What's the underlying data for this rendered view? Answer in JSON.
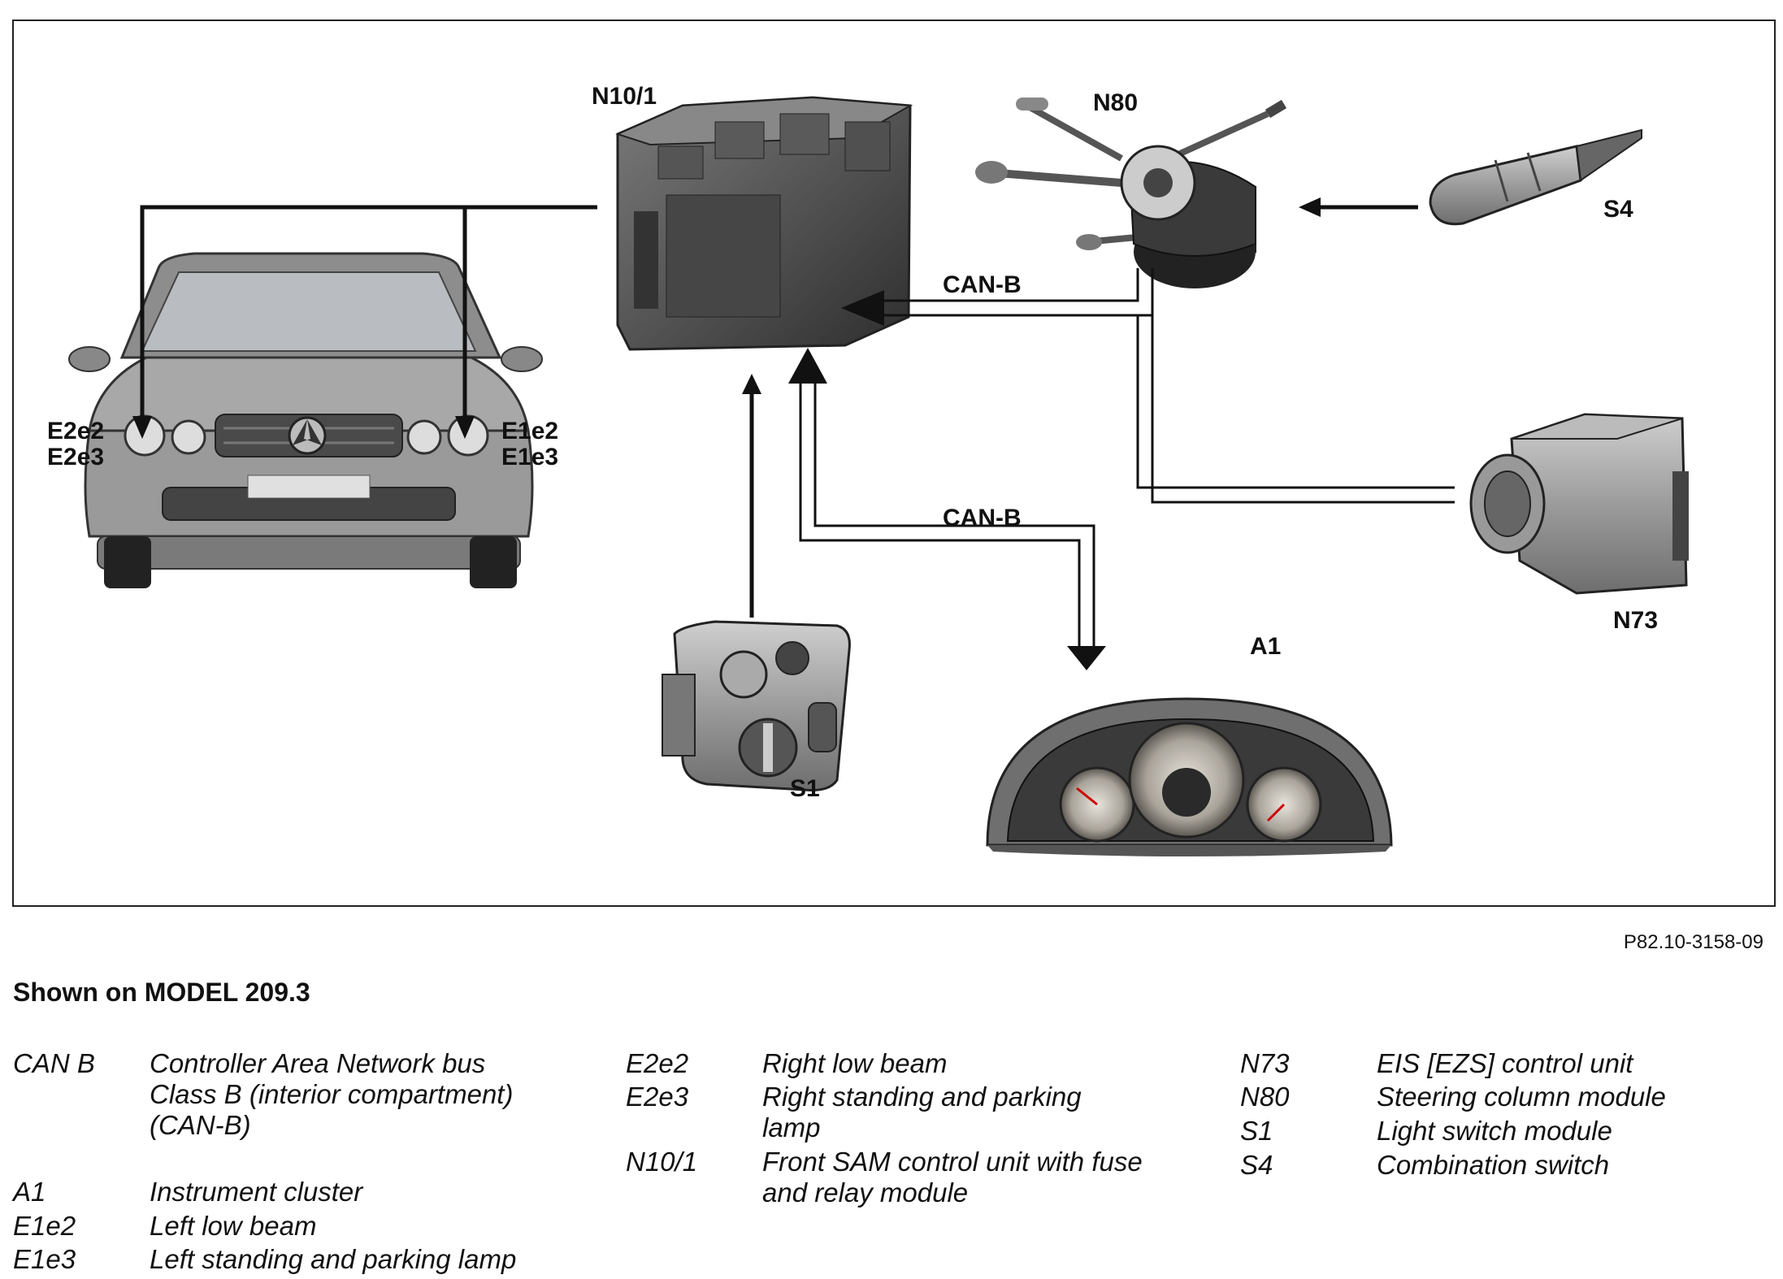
{
  "diagram": {
    "components": {
      "n10_1": "N10/1",
      "n80": "N80",
      "s4": "S4",
      "n73": "N73",
      "a1": "A1",
      "s1": "S1",
      "e2e2": "E2e2",
      "e2e3": "E2e3",
      "e1e2": "E1e2",
      "e1e3": "E1e3"
    },
    "bus_label_upper": "CAN-B",
    "bus_label_lower": "CAN-B"
  },
  "figure_ref": "P82.10-3158-09",
  "model_note": "Shown on MODEL 209.3",
  "legend": {
    "col1": [
      {
        "code": "CAN B",
        "desc": "Controller Area Network bus Class B (interior compartment) (CAN-B)"
      },
      {
        "code": "A1",
        "desc": "Instrument cluster"
      },
      {
        "code": "E1e2",
        "desc": "Left low beam"
      },
      {
        "code": "E1e3",
        "desc": "Left standing and parking lamp"
      }
    ],
    "col2": [
      {
        "code": "E2e2",
        "desc": "Right low beam"
      },
      {
        "code": "E2e3",
        "desc": "Right standing and parking lamp"
      },
      {
        "code": "N10/1",
        "desc": "Front SAM control unit with fuse and relay module"
      }
    ],
    "col3": [
      {
        "code": "N73",
        "desc": "EIS [EZS] control unit"
      },
      {
        "code": "N80",
        "desc": "Steering column module"
      },
      {
        "code": "S1",
        "desc": "Light switch module"
      },
      {
        "code": "S4",
        "desc": "Combination switch"
      }
    ]
  }
}
